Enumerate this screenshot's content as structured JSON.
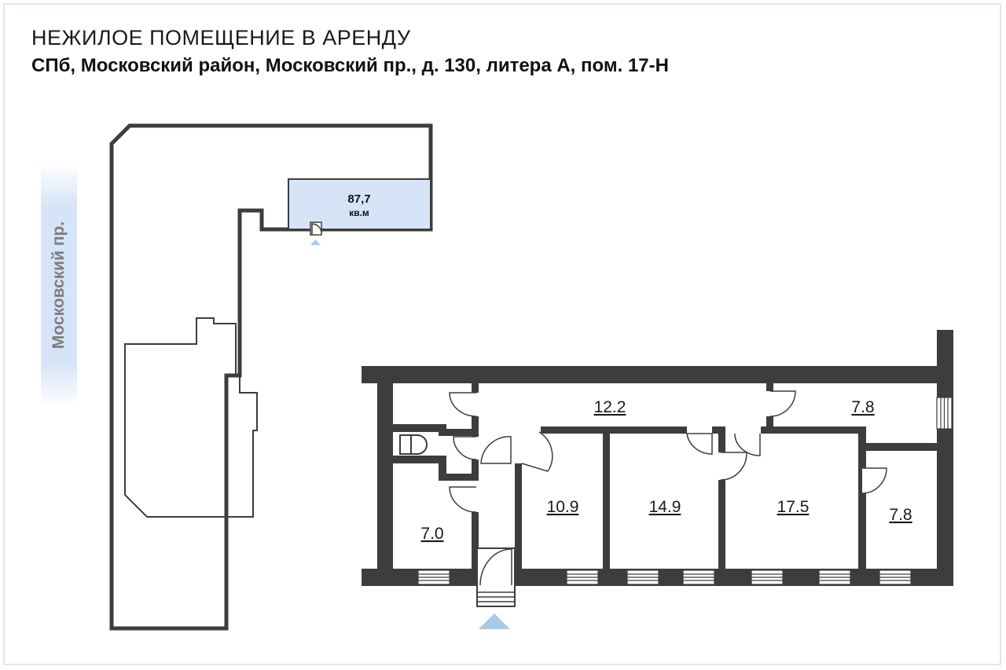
{
  "header": {
    "title": "НЕЖИЛОЕ ПОМЕЩЕНИЕ В АРЕНДУ",
    "address": "СПб, Московский район, Московский пр., д. 130, литера А, пом. 17-Н"
  },
  "street": {
    "label": "Московский пр."
  },
  "site_plan": {
    "area_value": "87,7",
    "area_unit": "кв.м"
  },
  "rooms": [
    {
      "id": "corridor",
      "area": "12.2"
    },
    {
      "id": "room-top-right",
      "area": "7.8"
    },
    {
      "id": "room-left",
      "area": "7.0"
    },
    {
      "id": "room-a",
      "area": "10.9"
    },
    {
      "id": "room-b",
      "area": "14.9"
    },
    {
      "id": "room-c",
      "area": "17.5"
    },
    {
      "id": "room-right",
      "area": "7.8"
    }
  ],
  "colors": {
    "wall": "#3d3d3d",
    "highlight_fill": "#d6e4f7",
    "entrance_marker": "#a9c8ea",
    "frame": "#d9e7f5",
    "street_text": "#7d7d7d"
  }
}
